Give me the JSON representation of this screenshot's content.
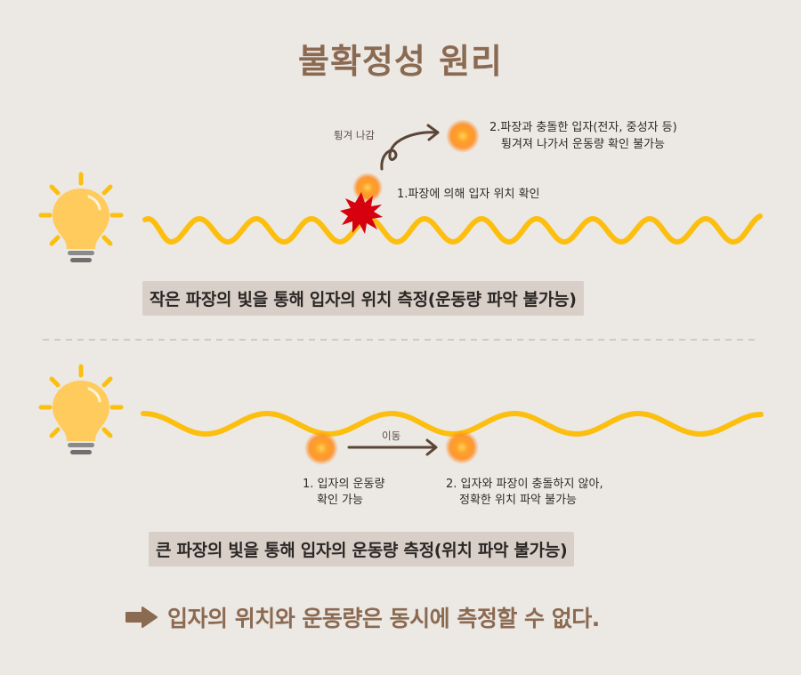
{
  "title": "불확정성 원리",
  "colors": {
    "background": "#ece8e4",
    "title": "#8b6a52",
    "wave": "#fcbf10",
    "bulb": "#ffcb5c",
    "rays": "#fcbf10",
    "bulb_base": "#8a8a8a",
    "particle": "#ff9a1f",
    "burst": "#d6000f",
    "arrow": "#5b4536",
    "caption_bg": "#d9cfc9",
    "divider": "#cfcac6"
  },
  "section_small_wavelength": {
    "icon": "lightbulb-icon",
    "bounce_label": "튕겨 나감",
    "step1": "1.파장에 의해 입자 위치 확인",
    "step2_line1": "2.파장과 충돌한 입자(전자, 중성자 등)",
    "step2_line2": "튕겨져 나가서 운동량 확인 불가능",
    "caption": "작은 파장의 빛을 통해 입자의 위치 측정(운동량 파악 불가능)"
  },
  "section_large_wavelength": {
    "icon": "lightbulb-icon",
    "move_label": "이동",
    "step1_line1": "1. 입자의 운동량",
    "step1_line2": "확인 가능",
    "step2_line1": "2. 입자와 파장이 충돌하지 않아,",
    "step2_line2": "정확한 위치 파악 불가능",
    "caption": "큰 파장의 빛을 통해 입자의 운동량 측정(위치 파악 불가능)"
  },
  "conclusion": {
    "icon": "arrow-right-icon",
    "text": "입자의 위치와 운동량은 동시에 측정할 수 없다."
  }
}
